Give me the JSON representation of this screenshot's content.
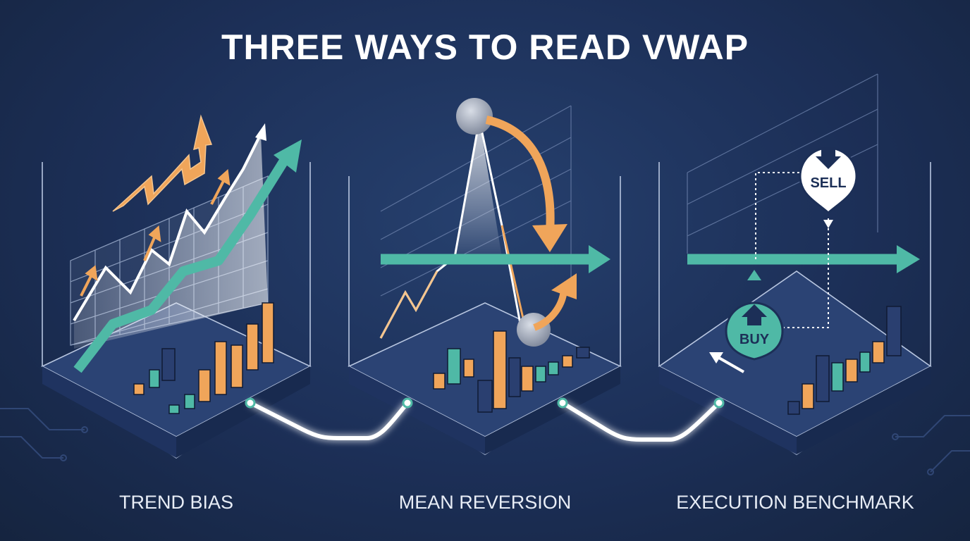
{
  "title": "THREE WAYS TO READ VWAP",
  "colors": {
    "background": "#1c2f57",
    "teal": "#4fb9a6",
    "orange": "#f0a55a",
    "white": "#ffffff",
    "grid": "#8fa2c4",
    "platform": "#2a4272",
    "platform_edge": "#b8c6e0"
  },
  "panels": [
    {
      "label": "TREND BIAS",
      "icon": "uptrend-chart-icon"
    },
    {
      "label": "MEAN REVERSION",
      "icon": "mean-reversion-chart-icon"
    },
    {
      "label": "EXECUTION BENCHMARK",
      "icon": "execution-benchmark-icon"
    }
  ],
  "badges": {
    "sell": "SELL",
    "buy": "BUY"
  }
}
